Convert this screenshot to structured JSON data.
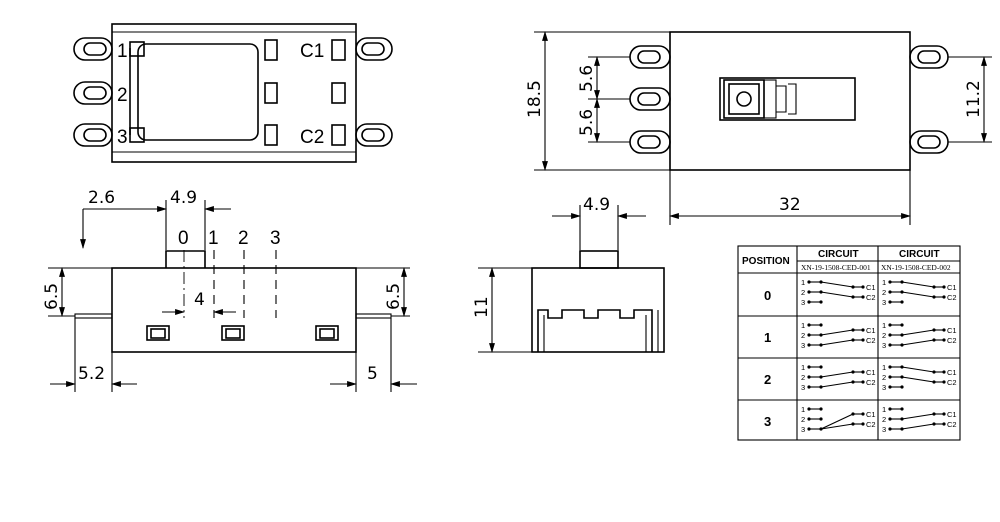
{
  "top_view": {
    "pins_left": [
      "1",
      "2",
      "3"
    ],
    "pins_right": [
      "C1",
      "C2"
    ]
  },
  "front_view": {
    "positions": [
      "0",
      "1",
      "2",
      "3"
    ],
    "dim_offset": "2.6",
    "dim_actuator": "4.9",
    "dim_pitch": "4",
    "dim_height_left": "6.5",
    "dim_height_right": "6.5",
    "dim_lead_left": "5.2",
    "dim_lead_right": "5"
  },
  "end_view": {
    "dim_actuator": "4.9",
    "dim_height": "11"
  },
  "side_view": {
    "dim_width": "18.5",
    "dim_pitch_top": "5.6",
    "dim_pitch_bottom": "5.6",
    "dim_span": "11.2",
    "dim_length": "32"
  },
  "circuit_table": {
    "header_position": "POSITION",
    "header_circuit_1": "CIRCUIT",
    "header_circuit_2": "CIRCUIT",
    "model_1": "XN-19-1508-CED-001",
    "model_2": "XN-19-1508-CED-002",
    "rows": [
      "0",
      "1",
      "2",
      "3"
    ],
    "terminal_1": "1",
    "terminal_2": "2",
    "terminal_3": "3",
    "common_1": "C1",
    "common_2": "C2"
  }
}
